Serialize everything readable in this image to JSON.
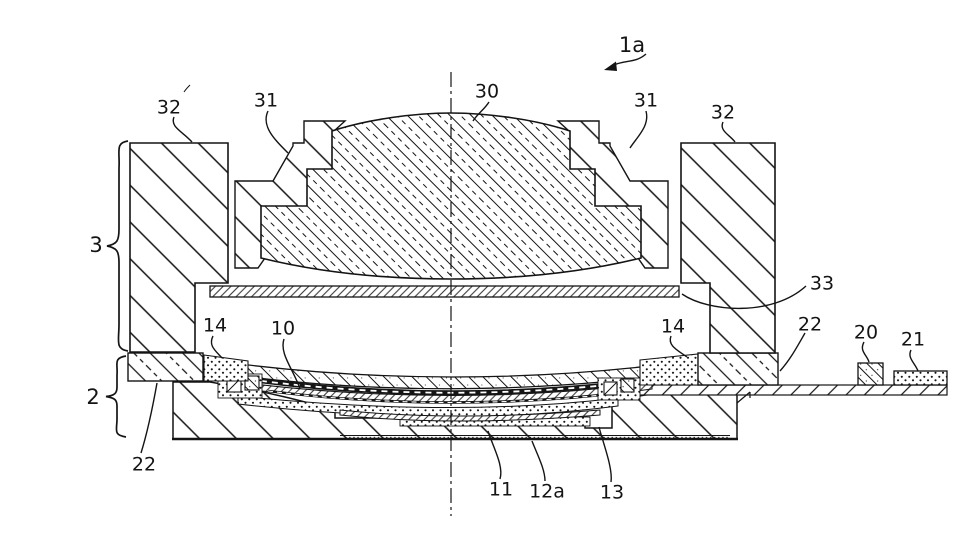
{
  "figure": {
    "background": "#ffffff",
    "line_color": "#141414",
    "reference_labels": {
      "ref_1a": "1a",
      "ref_30": "30",
      "ref_31_left": "31",
      "ref_31_right": "31",
      "ref_32_left": "32",
      "ref_32_right": "32",
      "ref_3": "3",
      "ref_33": "33",
      "ref_14_left": "14",
      "ref_10": "10",
      "ref_14_right": "14",
      "ref_22_right": "22",
      "ref_20": "20",
      "ref_21": "21",
      "ref_2": "2",
      "ref_22_left": "22",
      "ref_11": "11",
      "ref_12a": "12a",
      "ref_13": "13"
    }
  }
}
